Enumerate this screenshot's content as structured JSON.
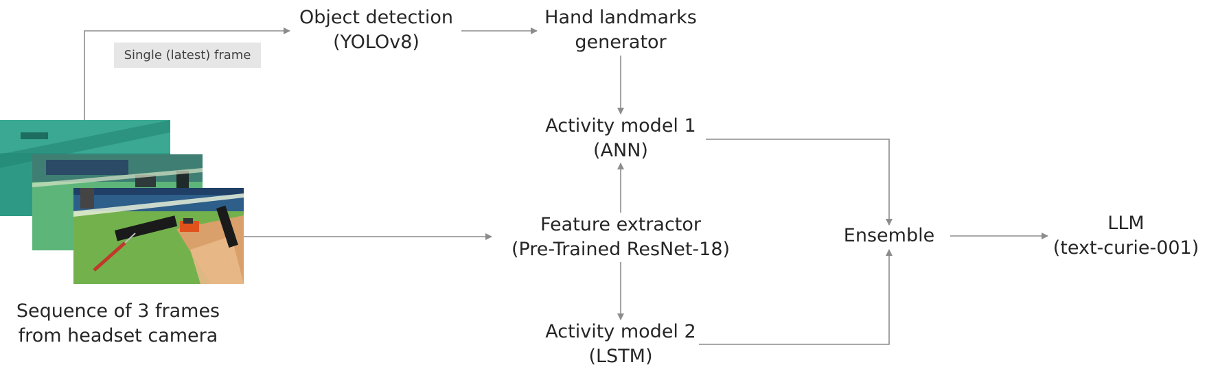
{
  "source_label": {
    "line1": "Sequence of 3 frames",
    "line2": "from headset camera"
  },
  "edge_label": "Single (latest) frame",
  "nodes": {
    "object_detection": {
      "line1": "Object detection",
      "line2": "(YOLOv8)"
    },
    "hand_landmarks": {
      "line1": "Hand landmarks",
      "line2": "generator"
    },
    "activity_model_1": {
      "line1": "Activity model 1",
      "line2": "(ANN)"
    },
    "feature_extractor": {
      "line1": "Feature extractor",
      "line2": "(Pre-Trained ResNet-18)"
    },
    "activity_model_2": {
      "line1": "Activity model 2",
      "line2": "(LSTM)"
    },
    "ensemble": {
      "line1": "Ensemble"
    },
    "llm": {
      "line1": "LLM",
      "line2": "(text-curie-001)"
    }
  },
  "colors": {
    "arrow": "#8c8c8c",
    "text": "#262626",
    "badge_background": "#e6e6e6"
  }
}
